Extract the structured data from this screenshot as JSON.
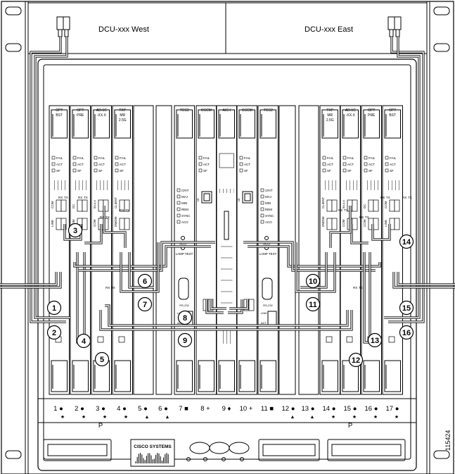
{
  "dcu": {
    "west": "DCU-xxx West",
    "east": "DCU-xxx East"
  },
  "figure_id": "115424",
  "cards_west": [
    {
      "name": "OPT\nBST",
      "ports": [
        "COM",
        "LINE"
      ]
    },
    {
      "name": "OPT\nPRE",
      "ports": [
        "DC",
        "COM"
      ]
    },
    {
      "name": "AD-1C\n-XX.X",
      "ports": [
        "5x.x.x",
        "COM"
      ]
    },
    {
      "name": "TXP\nMR\n2.5G",
      "ports": [
        "CLIENT",
        "DWDM"
      ]
    }
  ],
  "cards_center": [
    {
      "name": "TCC2"
    },
    {
      "name": "OSCM"
    },
    {
      "name": "AIC-I"
    },
    {
      "name": "OSCM"
    },
    {
      "name": "TCC2"
    }
  ],
  "cards_east": [
    {
      "name": "TXP\nMR\n2.5G",
      "ports": [
        "CLIENT",
        "DWDM"
      ]
    },
    {
      "name": "AD-1C\n-XX.X",
      "ports": [
        "5x.x.x",
        "COM"
      ]
    },
    {
      "name": "OPT\nPRE",
      "ports": [
        "DC",
        "COM"
      ]
    },
    {
      "name": "OPT\nBST",
      "ports": [
        "COM",
        "LINE"
      ]
    }
  ],
  "led_labels": [
    "FAIL",
    "ACT",
    "SF"
  ],
  "tcc_leds": [
    "CRIT",
    "MAJ",
    "MIN",
    "REM",
    "SYNC",
    "ACO"
  ],
  "tcc_labels": {
    "lan": "LAN",
    "aco": "ACO",
    "lamp": "LAMP TEST",
    "rs232": "RS-232",
    "link": "LINK",
    "act": "ACT"
  },
  "oscm_labels": {
    "ui": "UI",
    "osc": "OSC"
  },
  "port_labels": {
    "rx": "RX",
    "tx": "TX"
  },
  "callouts": [
    "1",
    "2",
    "3",
    "4",
    "5",
    "6",
    "7",
    "8",
    "9",
    "10",
    "11",
    "12",
    "13",
    "14",
    "15",
    "16"
  ],
  "slots": [
    {
      "num": "1",
      "sym": "●",
      "star": "★",
      "p": ""
    },
    {
      "num": "2",
      "sym": "●",
      "star": "★",
      "p": ""
    },
    {
      "num": "3",
      "sym": "●",
      "star": "★",
      "p": "P"
    },
    {
      "num": "4",
      "sym": "●",
      "star": "★",
      "p": ""
    },
    {
      "num": "5",
      "sym": "●",
      "star": "▲",
      "p": ""
    },
    {
      "num": "6",
      "sym": "●",
      "star": "▲",
      "p": ""
    },
    {
      "num": "7",
      "sym": "■",
      "star": "",
      "p": ""
    },
    {
      "num": "8",
      "sym": "+",
      "star": "",
      "p": ""
    },
    {
      "num": "9",
      "sym": "♦",
      "star": "",
      "p": ""
    },
    {
      "num": "10",
      "sym": "+",
      "star": "",
      "p": ""
    },
    {
      "num": "11",
      "sym": "■",
      "star": "",
      "p": ""
    },
    {
      "num": "12",
      "sym": "●",
      "star": "▲",
      "p": ""
    },
    {
      "num": "13",
      "sym": "●",
      "star": "▲",
      "p": ""
    },
    {
      "num": "14",
      "sym": "●",
      "star": "★",
      "p": ""
    },
    {
      "num": "15",
      "sym": "●",
      "star": "★",
      "p": "P"
    },
    {
      "num": "16",
      "sym": "●",
      "star": "★",
      "p": ""
    },
    {
      "num": "17",
      "sym": "●",
      "star": "★",
      "p": ""
    }
  ],
  "brand": {
    "top": "CISCO SYSTEMS"
  }
}
